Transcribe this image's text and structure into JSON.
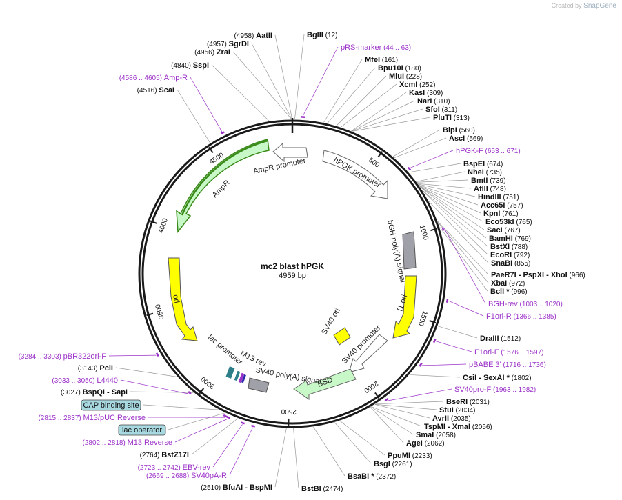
{
  "watermark": {
    "prefix": "Created by",
    "brand": "SnapGene"
  },
  "plasmid": {
    "name": "mc2 blast hPGK",
    "size_label": "4959 bp",
    "length": 4959
  },
  "ticks": [
    "500",
    "1000",
    "1500",
    "2000",
    "2500",
    "3000",
    "3500",
    "4000",
    "4500"
  ],
  "enzymes": [
    {
      "name": "AatII",
      "pos": "(4958)"
    },
    {
      "name": "SgrDI",
      "pos": "(4957)"
    },
    {
      "name": "ZraI",
      "pos": "(4956)"
    },
    {
      "name": "SspI",
      "pos": "(4840)"
    },
    {
      "name": "ScaI",
      "pos": "(4516)"
    },
    {
      "name": "BglII",
      "pos": "(12)"
    },
    {
      "name": "MfeI",
      "pos": "(161)"
    },
    {
      "name": "Bpu10I",
      "pos": "(180)"
    },
    {
      "name": "MluI",
      "pos": "(228)"
    },
    {
      "name": "XcmI",
      "pos": "(252)"
    },
    {
      "name": "KasI",
      "pos": "(309)"
    },
    {
      "name": "NarI",
      "pos": "(310)"
    },
    {
      "name": "SfoI",
      "pos": "(311)"
    },
    {
      "name": "PluTI",
      "pos": "(313)"
    },
    {
      "name": "BlpI",
      "pos": "(560)"
    },
    {
      "name": "AscI",
      "pos": "(569)"
    },
    {
      "name": "BspEI",
      "pos": "(674)"
    },
    {
      "name": "NheI",
      "pos": "(735)"
    },
    {
      "name": "BmtI",
      "pos": "(739)"
    },
    {
      "name": "AflII",
      "pos": "(748)"
    },
    {
      "name": "HindIII",
      "pos": "(751)"
    },
    {
      "name": "Acc65I",
      "pos": "(757)"
    },
    {
      "name": "KpnI",
      "pos": "(761)"
    },
    {
      "name": "Eco53kI",
      "pos": "(765)"
    },
    {
      "name": "SacI",
      "pos": "(767)"
    },
    {
      "name": "BamHI",
      "pos": "(769)"
    },
    {
      "name": "BstXI",
      "pos": "(788)"
    },
    {
      "name": "EcoRI",
      "pos": "(792)"
    },
    {
      "name": "SnaBI",
      "pos": "(855)"
    },
    {
      "name": "PaeR7I  - PspXI  - XhoI",
      "pos": "(966)"
    },
    {
      "name": "XbaI",
      "pos": "(972)"
    },
    {
      "name": "BclI *",
      "pos": "(996)"
    },
    {
      "name": "DraIII",
      "pos": "(1512)"
    },
    {
      "name": "CsiI  - SexAI *",
      "pos": "(1802)"
    },
    {
      "name": "BseRI",
      "pos": "(2031)"
    },
    {
      "name": "StuI",
      "pos": "(2034)"
    },
    {
      "name": "AvrII",
      "pos": "(2035)"
    },
    {
      "name": "TspMI  - XmaI",
      "pos": "(2056)"
    },
    {
      "name": "SmaI",
      "pos": "(2058)"
    },
    {
      "name": "AgeI",
      "pos": "(2062)"
    },
    {
      "name": "PpuMI",
      "pos": "(2233)"
    },
    {
      "name": "BsgI",
      "pos": "(2261)"
    },
    {
      "name": "BsaBI *",
      "pos": "(2372)"
    },
    {
      "name": "BstBI",
      "pos": "(2474)"
    },
    {
      "name": "BfuAI  - BspMI",
      "pos": "(2510)"
    },
    {
      "name": "BstZ17I",
      "pos": "(2764)"
    },
    {
      "name": "BspQI  - SapI",
      "pos": "(3027)"
    },
    {
      "name": "PciI",
      "pos": "(3143)"
    }
  ],
  "primers": [
    {
      "name": "pRS-marker",
      "range": "(44 .. 63)"
    },
    {
      "name": "hPGK-F",
      "range": "(653 .. 671)"
    },
    {
      "name": "BGH-rev",
      "range": "(1003 .. 1020)"
    },
    {
      "name": "F1ori-R",
      "range": "(1366 .. 1385)"
    },
    {
      "name": "F1ori-F",
      "range": "(1576 .. 1597)"
    },
    {
      "name": "pBABE 3'",
      "range": "(1716 .. 1736)"
    },
    {
      "name": "SV40pro-F",
      "range": "(1963 .. 1982)"
    },
    {
      "name": "EBV-rev",
      "range": "(2723 .. 2742)"
    },
    {
      "name": "SV40pA-R",
      "range": "(2669 .. 2688)"
    },
    {
      "name": "M13 Reverse",
      "range": "(2802 .. 2818)"
    },
    {
      "name": "M13/pUC Reverse",
      "range": "(2815 .. 2837)"
    },
    {
      "name": "L4440",
      "range": "(3033 .. 3050)"
    },
    {
      "name": "pBR322ori-F",
      "range": "(3284 .. 3303)"
    },
    {
      "name": "Amp-R",
      "range": "(4586 .. 4605)"
    }
  ],
  "boxed_features": [
    "CAP binding site",
    "lac operator"
  ],
  "features": [
    {
      "name": "hPGK promoter",
      "color": "#ffffff"
    },
    {
      "name": "bGH poly(A) signal",
      "color": "#a0a0a8"
    },
    {
      "name": "f1 ori",
      "color": "#ffff00"
    },
    {
      "name": "SV40 ori",
      "color": "#ffff00"
    },
    {
      "name": "SV40 promoter",
      "color": "#ffffff"
    },
    {
      "name": "BSD",
      "color": "#c8f8c8"
    },
    {
      "name": "SV40 poly(A) signal",
      "color": "#a0a0a8"
    },
    {
      "name": "M13 rev",
      "color": "#2f7f8a"
    },
    {
      "name": "lac promoter",
      "color": "#ffffff"
    },
    {
      "name": "ori",
      "color": "#ffff00"
    },
    {
      "name": "AmpR",
      "color": "#c8f8c8"
    },
    {
      "name": "AmpR promoter",
      "color": "#ffffff"
    }
  ],
  "colors": {
    "backbone": "#1a1a1a",
    "primer": "#9b32c8",
    "feature_box": "#a8d8e0",
    "ampr_edge": "#3a8a1a"
  }
}
